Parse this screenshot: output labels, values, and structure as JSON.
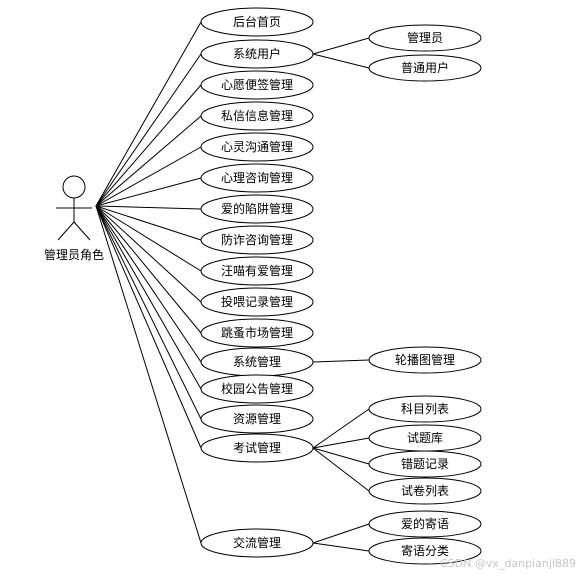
{
  "actor": {
    "label": "管理员角色",
    "icon": "stick-figure-icon"
  },
  "use_cases": [
    {
      "id": "admin-home",
      "label": "后台首页",
      "children": []
    },
    {
      "id": "system-users",
      "label": "系统用户",
      "children": [
        {
          "id": "admin",
          "label": "管理员"
        },
        {
          "id": "normal-user",
          "label": "普通用户"
        }
      ]
    },
    {
      "id": "wish-notes",
      "label": "心愿便签管理",
      "children": []
    },
    {
      "id": "private-msg",
      "label": "私信信息管理",
      "children": []
    },
    {
      "id": "soul-comm",
      "label": "心灵沟通管理",
      "children": []
    },
    {
      "id": "psych-consult",
      "label": "心理咨询管理",
      "children": []
    },
    {
      "id": "love-trap",
      "label": "爱的陷阱管理",
      "children": []
    },
    {
      "id": "fraud-consult",
      "label": "防诈咨询管理",
      "children": []
    },
    {
      "id": "pet-love",
      "label": "汪喵有爱管理",
      "children": []
    },
    {
      "id": "feeding-record",
      "label": "投喂记录管理",
      "children": []
    },
    {
      "id": "flea-market",
      "label": "跳蚤市场管理",
      "children": []
    },
    {
      "id": "system-mgmt",
      "label": "系统管理",
      "children": [
        {
          "id": "carousel",
          "label": "轮播图管理"
        }
      ]
    },
    {
      "id": "campus-notice",
      "label": "校园公告管理",
      "children": []
    },
    {
      "id": "resource-mgmt",
      "label": "资源管理",
      "children": []
    },
    {
      "id": "exam-mgmt",
      "label": "考试管理",
      "children": [
        {
          "id": "subject-list",
          "label": "科目列表"
        },
        {
          "id": "question-bank",
          "label": "试题库"
        },
        {
          "id": "wrong-record",
          "label": "错题记录"
        },
        {
          "id": "paper-list",
          "label": "试卷列表"
        }
      ]
    },
    {
      "id": "exchange-mgmt",
      "label": "交流管理",
      "children": [
        {
          "id": "love-message",
          "label": "爱的寄语"
        },
        {
          "id": "message-category",
          "label": "寄语分类"
        }
      ]
    }
  ],
  "watermark": "CSDN @vx_danpianjí889"
}
